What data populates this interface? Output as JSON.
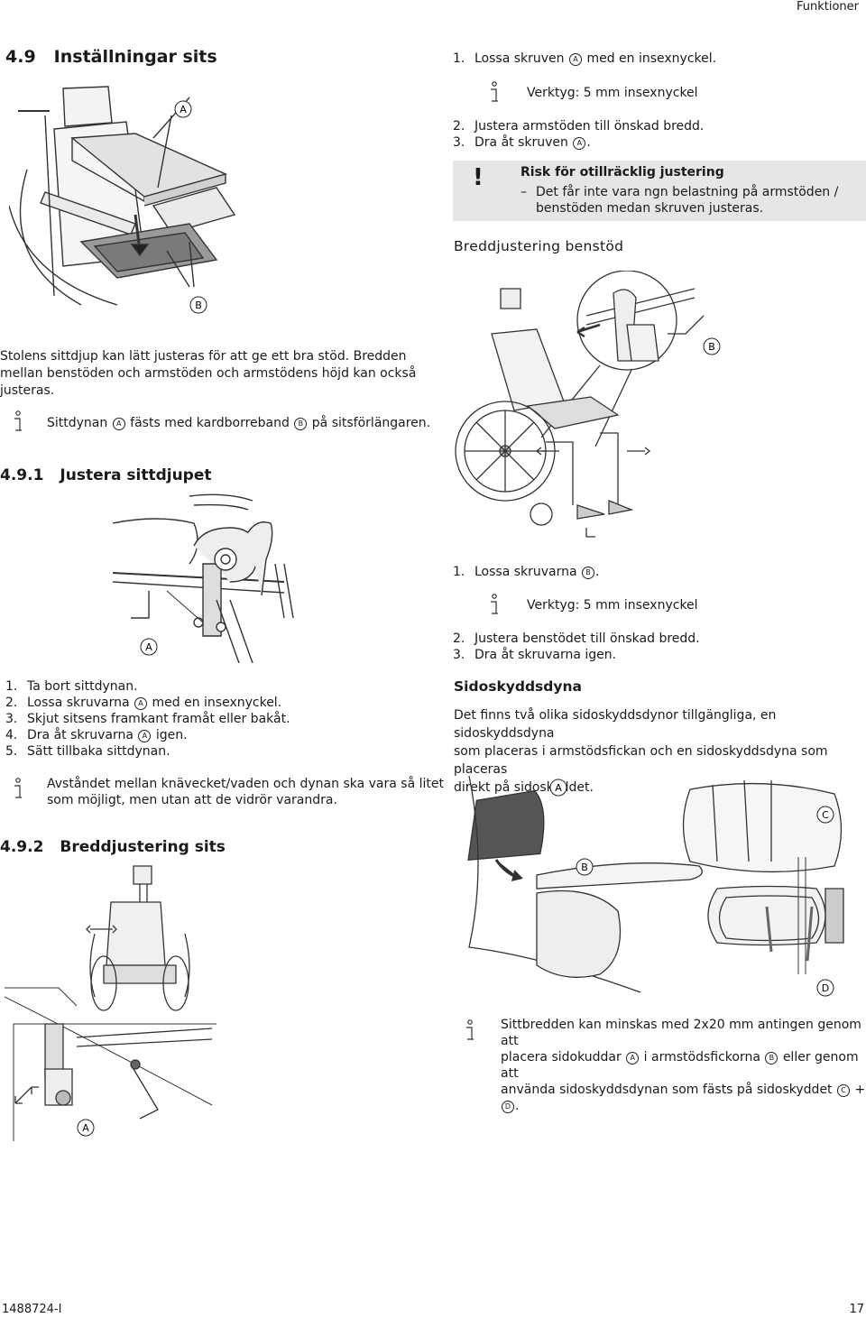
{
  "header": {
    "section": "Funktioner"
  },
  "footer": {
    "doc_number": "1488724-I",
    "page_number": "17"
  },
  "section_4_9": {
    "number": "4.9",
    "title": "Inställningar sits",
    "intro": [
      "Stolens sittdjup kan lätt justeras för att ge ett bra stöd. Bredden",
      "mellan benstöden och armstöden och armstödens höjd kan också",
      "justeras."
    ],
    "note": {
      "before": "Sittdynan",
      "mark_a": "A",
      "middle": "fästs med kardborreband",
      "mark_b": "B",
      "after": "på sitsförlängaren."
    },
    "figure_labels": {
      "a": "A",
      "b": "B"
    }
  },
  "section_4_9_1": {
    "number": "4.9.1",
    "title": "Justera sittdjupet",
    "figure_label": "A",
    "steps": [
      {
        "num": "1.",
        "text": "Ta bort sittdynan."
      },
      {
        "num": "2.",
        "before": "Lossa skruvarna",
        "mark": "A",
        "after": "med en insexnyckel."
      },
      {
        "num": "3.",
        "text": "Skjut sitsens framkant framåt eller bakåt."
      },
      {
        "num": "4.",
        "before": "Dra åt skruvarna",
        "mark": "A",
        "after": "igen."
      },
      {
        "num": "5.",
        "text": "Sätt tillbaka sittdynan."
      }
    ],
    "note": [
      "Avståndet mellan knävecket/vaden och dynan ska vara så litet",
      "som möjligt, men utan att de vidrör varandra."
    ]
  },
  "section_4_9_2": {
    "number": "4.9.2",
    "title": "Breddjustering sits",
    "figure_label": "A"
  },
  "armrest_steps": {
    "step1": {
      "num": "1.",
      "before": "Lossa skruven",
      "mark": "A",
      "after": "med en insexnyckel."
    },
    "tool_note": "Verktyg: 5 mm insexnyckel",
    "step2": {
      "num": "2.",
      "text": "Justera armstöden till önskad bredd."
    },
    "step3": {
      "num": "3.",
      "before": "Dra åt skruven",
      "mark": "A",
      "after": "."
    },
    "warning": {
      "symbol": "!",
      "title": "Risk för otillräcklig justering",
      "dash": "–",
      "lines": [
        "Det får inte vara ngn belastning på armstöden /",
        "benstöden medan skruven justeras."
      ]
    }
  },
  "legrest": {
    "title": "Breddjustering benstöd",
    "figure_label": "B",
    "step1": {
      "num": "1.",
      "before": "Lossa skruvarna",
      "mark": "B",
      "after": "."
    },
    "tool_note": "Verktyg: 5 mm insexnyckel",
    "step2": {
      "num": "2.",
      "text": "Justera benstödet till önskad bredd."
    },
    "step3": {
      "num": "3.",
      "text": "Dra åt skruvarna igen."
    }
  },
  "side_cushion": {
    "title": "Sidoskyddsdyna",
    "body": [
      "Det finns två olika sidoskyddsdynor tillgängliga, en sidoskyddsdyna",
      "som placeras i armstödsfickan och en sidoskyddsdyna som placeras",
      "direkt på sidoskyddet."
    ],
    "figure_labels": {
      "a": "A",
      "b": "B",
      "c": "C",
      "d": "D"
    },
    "note": {
      "line1": "Sittbredden kan minskas med 2x20 mm antingen genom att",
      "line2_before": "placera sidokuddar",
      "mark_a": "A",
      "line2_middle": "i armstödsfickorna",
      "mark_b": "B",
      "line2_after": "eller genom att",
      "line3_before": "använda sidoskyddsdynan som fästs på sidoskyddet",
      "mark_c": "C",
      "plus": "+",
      "mark_d": "D",
      "line3_after": "."
    }
  }
}
